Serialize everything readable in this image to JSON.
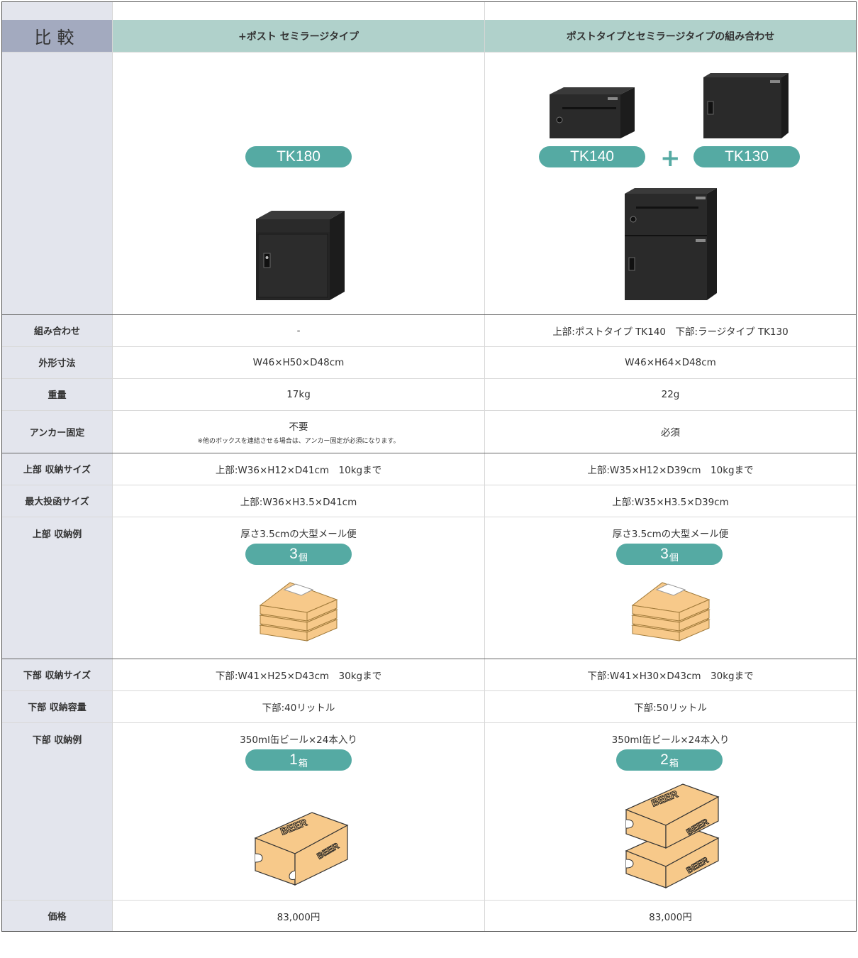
{
  "header": {
    "label": "比較",
    "col1": "+ポスト セミラージタイプ",
    "col2": "ポストタイプとセミラージタイプの組み合わせ"
  },
  "models": {
    "col1": "TK180",
    "col2_a": "TK140",
    "col2_plus": "+",
    "col2_b": "TK130"
  },
  "rows": {
    "combination": {
      "label": "組み合わせ",
      "col1": "-",
      "col2": "上部:ポストタイプ TK140　下部:ラージタイプ TK130"
    },
    "dimensions": {
      "label": "外形寸法",
      "col1": "W46×H50×D48cm",
      "col2": "W46×H64×D48cm"
    },
    "weight": {
      "label": "重量",
      "col1": "17kg",
      "col2": "22g"
    },
    "anchor": {
      "label": "アンカー固定",
      "col1": "不要",
      "col1_note": "※他のボックスを連結させる場合は、アンカー固定が必須になります。",
      "col2": "必須"
    },
    "upper_size": {
      "label": "上部 収納サイズ",
      "col1": "上部:W36×H12×D41cm　10kgまで",
      "col2": "上部:W35×H12×D39cm　10kgまで"
    },
    "max_slot": {
      "label": "最大投函サイズ",
      "col1": "上部:W36×H3.5×D41cm",
      "col2": "上部:W35×H3.5×D39cm"
    },
    "upper_example": {
      "label": "上部 収納例",
      "col1": "厚さ3.5cmの大型メール便",
      "col2": "厚さ3.5cmの大型メール便",
      "col1_count": "3",
      "col1_unit": "個",
      "col2_count": "3",
      "col2_unit": "個"
    },
    "lower_size": {
      "label": "下部 収納サイズ",
      "col1": "下部:W41×H25×D43cm　30kgまで",
      "col2": "下部:W41×H30×D43cm　30kgまで"
    },
    "lower_capacity": {
      "label": "下部 収納容量",
      "col1": "下部:40リットル",
      "col2": "下部:50リットル"
    },
    "lower_example": {
      "label": "下部 収納例",
      "col1": "350ml缶ビール×24本入り",
      "col2": "350ml缶ビール×24本入り",
      "col1_count": "1",
      "col1_unit": "箱",
      "col2_count": "2",
      "col2_unit": "箱"
    },
    "price": {
      "label": "価格",
      "col1": "83,000円",
      "col2": "83,000円"
    }
  },
  "box_text": "BEER",
  "colors": {
    "teal": "#55aaa3",
    "header_teal": "#b0d1cb",
    "label_bg": "#e3e5ed",
    "label_header": "#a3aabf",
    "carton": "#f7c98a"
  }
}
